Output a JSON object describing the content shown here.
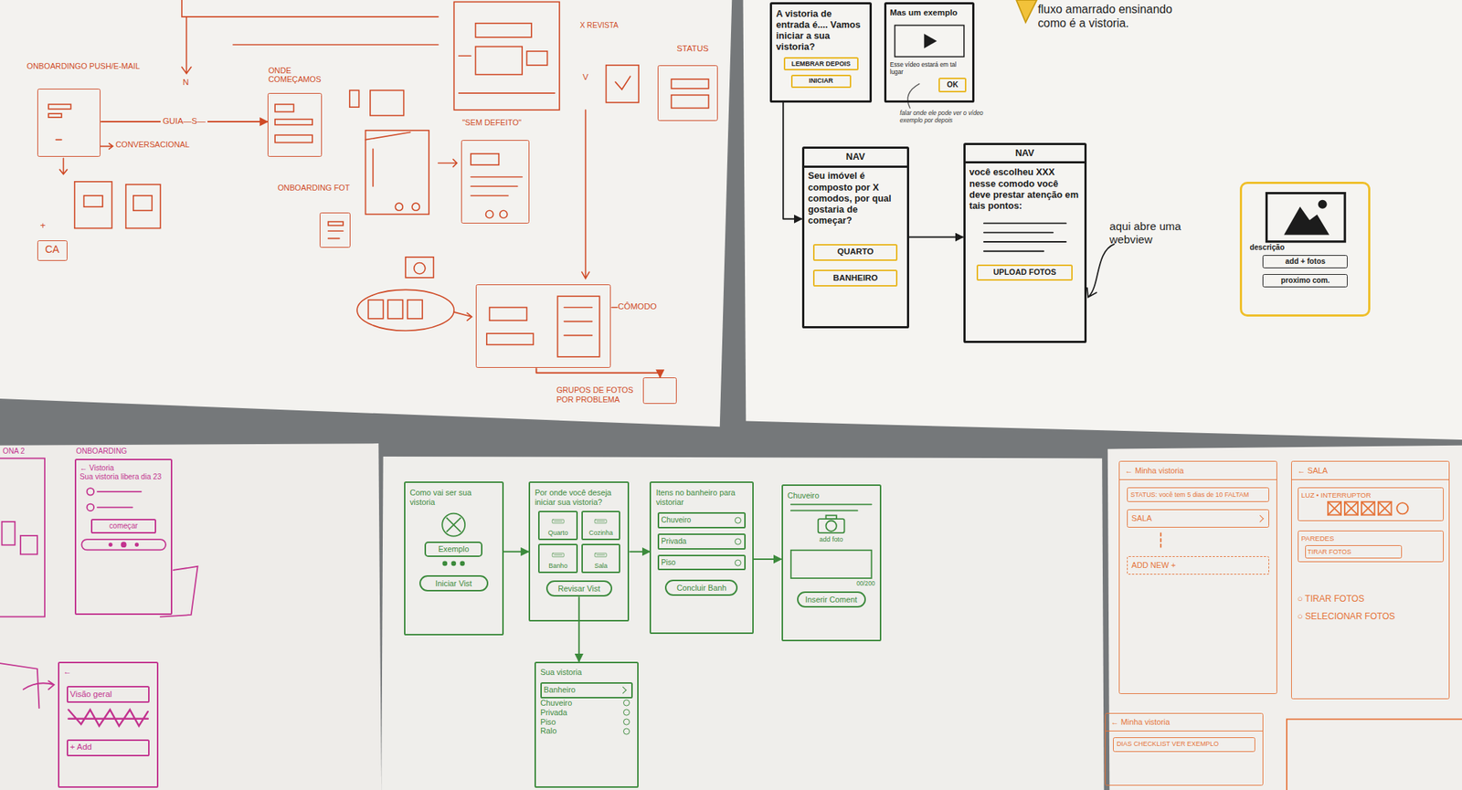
{
  "diagram": {
    "nodes": [
      {
        "text": [
          "ONBOARDINGO PUSH/E-MAIL"
        ]
      },
      {
        "text": [
          "ONDE COMEÇAMOS"
        ]
      },
      {
        "text": [
          "ONBOARDING FOT"
        ]
      },
      {
        "text": [
          "\"SEM DEFEITO\""
        ]
      },
      {
        "text": [
          "STATUS"
        ]
      },
      {
        "text": [
          "CÔMODO"
        ]
      },
      {
        "text": [
          "GRUPOS DE FOTOS POR PROBLEMA"
        ]
      },
      {
        "text": [
          "CA"
        ]
      },
      {
        "text": [
          "A vistoria de entrada é.... Vamos iniciar a sua vistoria?"
        ]
      },
      {
        "text": [
          "LEMBRAR DEPOIS"
        ],
        "in": 8
      },
      {
        "text": [
          "INICIAR"
        ],
        "in": 8
      },
      {
        "text": [
          "Mas um exemplo",
          "Esse vídeo estará em tal lugar"
        ]
      },
      {
        "text": [
          "OK"
        ],
        "in": 11
      },
      {
        "text": [
          "NAV",
          "Seu imóvel é composto por X comodos, por qual gostaria de começar?"
        ]
      },
      {
        "text": [
          "QUARTO"
        ],
        "in": 13
      },
      {
        "text": [
          "BANHEIRO"
        ],
        "in": 13
      },
      {
        "text": [
          "NAV",
          "você escolheu XXX nesse comodo você deve prestar atenção em tais pontos:"
        ]
      },
      {
        "text": [
          "UPLOAD FOTOS"
        ],
        "in": 16
      },
      {
        "text": [
          "descrição"
        ]
      },
      {
        "text": [
          "add + fotos"
        ],
        "in": 18
      },
      {
        "text": [
          "proximo com."
        ],
        "in": 18
      },
      {
        "text": [
          "ONBOARDING",
          "← Vistoria",
          "Sua vistoria libera dia 23"
        ]
      },
      {
        "text": [
          "começar"
        ],
        "in": 21
      },
      {
        "text": [
          "←"
        ]
      },
      {
        "text": [
          "Visão geral"
        ],
        "in": 23
      },
      {
        "text": [
          "+ Add"
        ],
        "in": 23
      },
      {
        "text": [
          "Como vai ser sua vistoria"
        ]
      },
      {
        "text": [
          "Exemplo"
        ],
        "in": 26
      },
      {
        "text": [
          "Iniciar Vist"
        ],
        "in": 26
      },
      {
        "text": [
          "Por onde você deseja iniciar sua vistoria?"
        ]
      },
      {
        "text": [
          "Quarto"
        ],
        "in": 29
      },
      {
        "text": [
          "Cozinha"
        ],
        "in": 29
      },
      {
        "text": [
          "Banho"
        ],
        "in": 29
      },
      {
        "text": [
          "Sala"
        ],
        "in": 29
      },
      {
        "text": [
          "Revisar Vist"
        ],
        "in": 29
      },
      {
        "text": [
          "Itens no banheiro para vistoriar"
        ]
      },
      {
        "text": [
          "Chuveiro"
        ],
        "in": 35
      },
      {
        "text": [
          "Privada"
        ],
        "in": 35
      },
      {
        "text": [
          "Piso"
        ],
        "in": 35
      },
      {
        "text": [
          "Concluir Banh"
        ],
        "in": 35
      },
      {
        "text": [
          "Chuveiro",
          "add foto",
          "00/200"
        ]
      },
      {
        "text": [
          "Inserir Coment"
        ],
        "in": 40
      },
      {
        "text": [
          "Sua vistoria",
          "Chuveiro",
          "Privada",
          "Piso",
          "Ralo"
        ]
      },
      {
        "text": [
          "Banheiro"
        ],
        "in": 42
      },
      {
        "text": [
          "← Minha vistoria"
        ]
      },
      {
        "text": [
          "STATUS: você tem 5 dias de 10 FALTAM"
        ],
        "in": 44
      },
      {
        "text": [
          "SALA"
        ],
        "in": 44
      },
      {
        "text": [
          "ADD NEW +"
        ],
        "in": 44
      },
      {
        "text": [
          "← SALA",
          "○ TIRAR FOTOS",
          "○ SELECIONAR FOTOS"
        ]
      },
      {
        "text": [
          "LUZ • INTERRUPTOR"
        ],
        "in": 48
      },
      {
        "text": [
          "PAREDES"
        ],
        "in": 48
      },
      {
        "text": [
          "TIRAR FOTOS"
        ],
        "in": 50
      },
      {
        "text": [
          "← Minha vistoria"
        ]
      },
      {
        "text": [
          "DIAS CHECKLIST VER EXEMPLO"
        ],
        "in": 52
      }
    ],
    "edges": [
      {
        "from": 0,
        "to": 1,
        "label": "GUIA—S—",
        "arrow": "to"
      },
      {
        "from": 5,
        "to": 6,
        "arrow": "to"
      },
      {
        "from": 8,
        "to": 13,
        "arrow": "to"
      },
      {
        "from": 13,
        "to": 16,
        "arrow": "to"
      },
      {
        "from": 26,
        "to": 29,
        "arrow": "to"
      },
      {
        "from": 29,
        "to": 35,
        "arrow": "to"
      },
      {
        "from": 35,
        "to": 40,
        "arrow": "to"
      },
      {
        "from": 34,
        "to": 42,
        "arrow": "to"
      }
    ],
    "labels": [
      "N",
      "CONVERSACIONAL",
      "X REVISTA",
      "V",
      "+",
      "fluxo amarrado ensinando como é a vistoria.",
      "falar onde ele pode ver o vídeo exemplo por depois",
      "aqui abre uma webview",
      "ONA 2"
    ]
  }
}
